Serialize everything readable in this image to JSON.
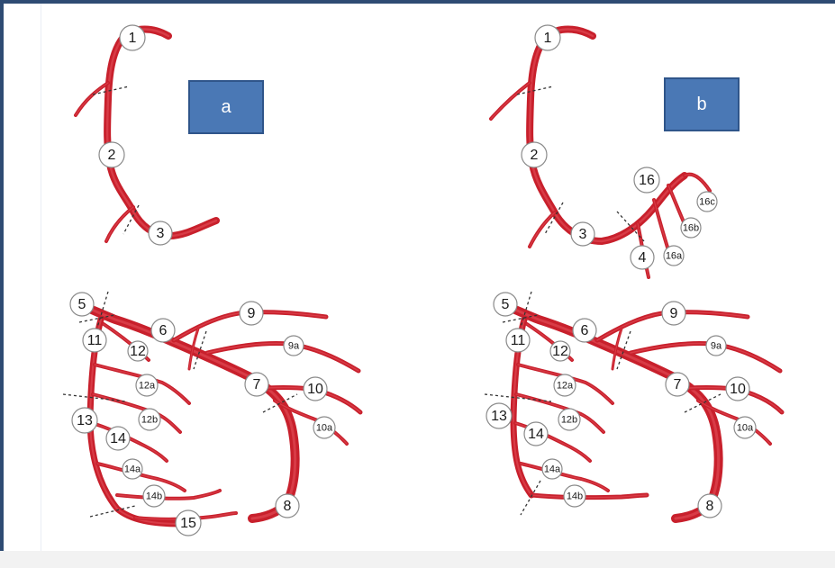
{
  "panels": [
    {
      "label": "a",
      "segments": [
        "1",
        "2",
        "3",
        "5",
        "6",
        "7",
        "8",
        "9",
        "9a",
        "10",
        "10a",
        "11",
        "12",
        "12a",
        "12b",
        "13",
        "14",
        "14a",
        "14b",
        "15"
      ]
    },
    {
      "label": "b",
      "segments": [
        "1",
        "2",
        "3",
        "4",
        "16",
        "16a",
        "16b",
        "16c",
        "5",
        "6",
        "7",
        "8",
        "9",
        "9a",
        "10",
        "10a",
        "11",
        "12",
        "12a",
        "12b",
        "13",
        "14",
        "14a",
        "14b"
      ]
    }
  ],
  "colors": {
    "vessel": "#c8202c",
    "label_box": "#4a78b5",
    "frame": "#2e4b73"
  }
}
